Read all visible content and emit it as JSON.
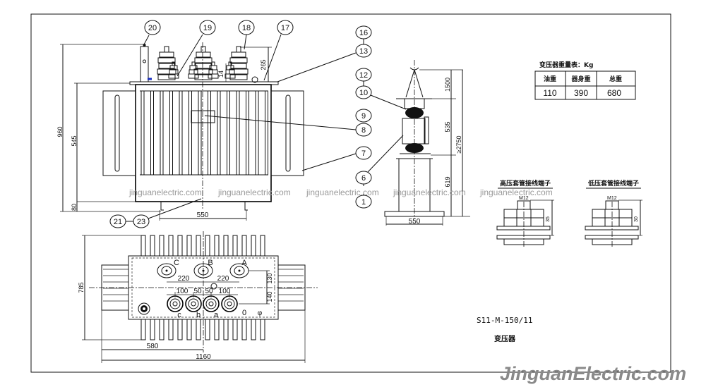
{
  "drawing": {
    "model": "S11-M-150/11",
    "title_cn": "变压器",
    "brand_watermark": "JinguanElectric.com",
    "site_watermark": "jinguanelectric.com"
  },
  "balloons": {
    "b20": "20",
    "b19": "19",
    "b18": "18",
    "b17": "17",
    "b16": "16",
    "b13": "13",
    "b12": "12",
    "b10": "10",
    "b9": "9",
    "b8": "8",
    "b7": "7",
    "b6": "6",
    "b1": "1",
    "b21": "21",
    "b23": "23"
  },
  "front_view": {
    "dim_total_height": "960",
    "dim_tank_height": "545",
    "dim_base_height": "80",
    "dim_bushing_height": "265",
    "dim_small": "14",
    "dim_wheel_span": "550"
  },
  "side_view": {
    "dim_lift": "1500",
    "dim_core": "535",
    "dim_total": "≥2750",
    "dim_tank": "619",
    "dim_base_width": "550"
  },
  "top_view": {
    "hv_labels": [
      "C",
      "B",
      "A"
    ],
    "lv_labels": [
      "c",
      "b",
      "a",
      "0"
    ],
    "dim_hv_spacing_1": "220",
    "dim_hv_spacing_2": "220",
    "dim_lv_1": "100",
    "dim_lv_2": "50",
    "dim_lv_3": "50",
    "dim_lv_4": "100",
    "dim_hv_offset": "130",
    "dim_lv_offset": "140",
    "dim_depth": "785",
    "dim_half_length": "580",
    "dim_length": "1160",
    "phi_symbol": "φ"
  },
  "weight_table": {
    "caption": "变压器重量表：Kg",
    "headers": [
      "油重",
      "器身重",
      "总重"
    ],
    "values": [
      "110",
      "390",
      "680"
    ]
  },
  "terminals": {
    "hv_title": "高压套管接线端子",
    "lv_title": "低压套管接线端子",
    "hv_thread": "M12",
    "lv_thread": "M12",
    "hv_dim": "35",
    "lv_dim": "30"
  }
}
